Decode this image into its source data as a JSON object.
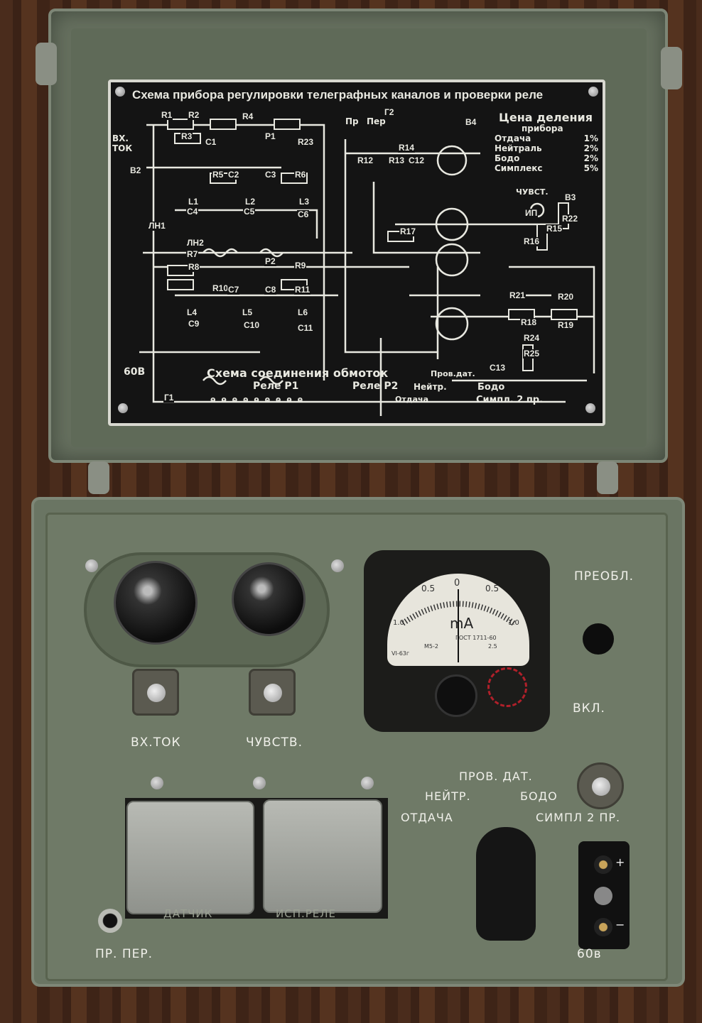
{
  "lid_plate": {
    "title": "Схема прибора регулировки телеграфных каналов и проверки реле",
    "division_title": "Цена деления",
    "division_subtitle": "прибора",
    "divisions": [
      {
        "mode": "Отдача",
        "value": "1%"
      },
      {
        "mode": "Нейтраль",
        "value": "2%"
      },
      {
        "mode": "Бодо",
        "value": "2%"
      },
      {
        "mode": "Симплекс",
        "value": "5%"
      }
    ],
    "component_labels": [
      "R1",
      "R2",
      "R3",
      "R4",
      "R5",
      "R6",
      "R7",
      "R8",
      "R9",
      "R10",
      "R11",
      "R12",
      "R13",
      "R14",
      "R15",
      "R16",
      "R17",
      "R18",
      "R19",
      "R20",
      "R21",
      "R22",
      "R23",
      "R24",
      "R25",
      "C1",
      "C2",
      "C3",
      "C4",
      "C5",
      "C6",
      "C7",
      "C8",
      "C9",
      "C10",
      "C11",
      "C12",
      "C13",
      "L1",
      "L2",
      "L3",
      "L4",
      "L5",
      "L6",
      "ЛН1",
      "ЛН2",
      "B2",
      "B3",
      "B4",
      "Г1",
      "Г2",
      "P1",
      "P2",
      "ИП"
    ],
    "input_label": "ВХ. ТОК",
    "sens_label": "ЧУВСТ.",
    "pr_label": "Пр",
    "per_label": "Пер",
    "power_label": "60В",
    "windings_title": "Схема соединения обмоток",
    "relay1": "Реле P1",
    "relay2": "Реле P2",
    "switch_labels": [
      "Пров.дат.",
      "Нейтр.",
      "Бодо",
      "Отдача",
      "Симпл. 2 пр."
    ]
  },
  "meter": {
    "scale_left": "0.5",
    "scale_center": "0",
    "scale_right": "0.5",
    "scale_min": "1.0",
    "scale_max": "1.0",
    "unit": "mA",
    "model": "М5-2",
    "standard": "ГОСТ 1711-60",
    "class": "2.5",
    "date": "VI-63г",
    "needle_value": 0
  },
  "panel": {
    "preobl": "ПРЕОБЛ.",
    "vkl": "ВКЛ.",
    "vx_tok": "ВХ.ТОК",
    "chuvstv": "ЧУВСТВ.",
    "prov_dat": "ПРОВ. ДАТ.",
    "neitr": "НЕЙТР.",
    "bodo": "БОДО",
    "otdacha": "ОТДАЧА",
    "simpl": "СИМПЛ 2 ПР.",
    "pr_per": "ПР. ПЕР.",
    "v60": "60в",
    "relay_test": "ИСП.РЕЛЕ",
    "sensor": "ДАТЧИК",
    "plus": "+",
    "minus": "−"
  }
}
